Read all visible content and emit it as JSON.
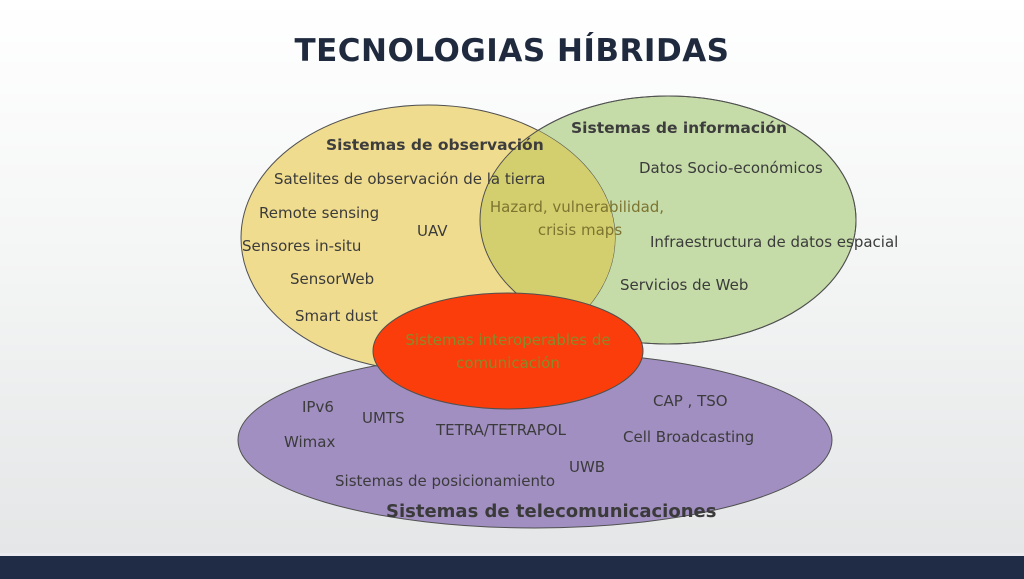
{
  "title": "TECNOLOGIAS HÍBRIDAS",
  "colors": {
    "observacion": "#f0dc8e",
    "informacion": "#c5dba8",
    "telecomunicaciones": "#a18fc1",
    "interoperables": "#fa3d0a",
    "overlap": "#d4cf6e"
  },
  "observacion": {
    "header": "Sistemas de observación",
    "items": [
      "Satelites de observación de la tierra",
      "Remote sensing",
      "Sensores in-situ",
      "SensorWeb",
      "Smart dust",
      "UAV"
    ]
  },
  "informacion": {
    "header": "Sistemas de información",
    "items": [
      "Datos Socio-económicos",
      "Infraestructura de datos espacial",
      "Servicios de Web"
    ]
  },
  "overlap": {
    "line1": "Hazard, vulnerabilidad,",
    "line2": "crisis maps"
  },
  "interoperables": {
    "line1": "Sistemas interoperables de",
    "line2": "comunicación"
  },
  "telecomunicaciones": {
    "header": "Sistemas de telecomunicaciones",
    "items": [
      "IPv6",
      "UMTS",
      "Wimax",
      "TETRA/TETRAPOL",
      "CAP , TSO",
      "Cell Broadcasting",
      "UWB",
      "Sistemas de posicionamiento"
    ]
  }
}
